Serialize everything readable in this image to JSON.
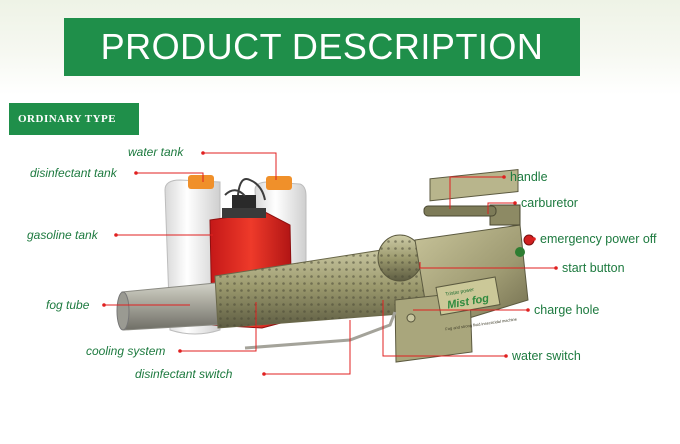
{
  "header": {
    "title": "PRODUCT DESCRIPTION"
  },
  "type_tag": {
    "label": "ORDINARY TYPE"
  },
  "machine": {
    "badge_small": "Tristar power",
    "badge_big": "Mist fog",
    "plate_text": "Fog and strong fluid insecticidal machine"
  },
  "labels_left": {
    "water_tank": "water tank",
    "disinfectant_tank": "disinfectant tank",
    "gasoline_tank": "gasoline tank",
    "fog_tube": "fog tube",
    "cooling_system": "cooling system",
    "disinfectant_switch": "disinfectant switch"
  },
  "labels_right": {
    "handle": "handle",
    "carburetor": "carburetor",
    "emergency_power_off": "emergency power off",
    "start_button": "start button",
    "charge_hole": "charge hole",
    "water_switch": "water switch"
  },
  "colors": {
    "brand_green": "#1f8f4a",
    "label_green": "#1d7a3f",
    "leader_red": "#e02020"
  }
}
